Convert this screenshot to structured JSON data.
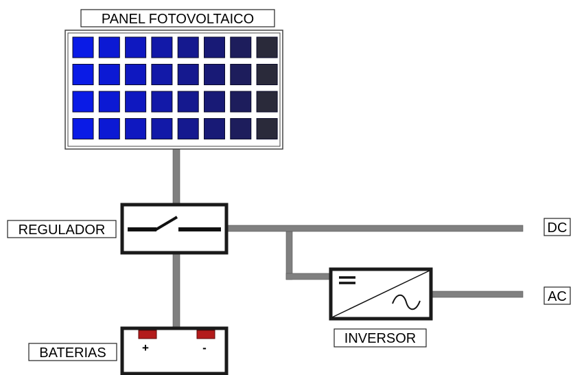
{
  "labels": {
    "panel": "PANEL FOTOVOLTAICO",
    "regulator": "REGULADOR",
    "batteries": "BATERIAS",
    "inverter": "INVERSOR",
    "dc": "DC",
    "ac": "AC"
  },
  "battery": {
    "plus": "+",
    "minus": "-"
  },
  "colors": {
    "wire": "#808080",
    "outline": "#1a1a1a",
    "terminal": "#b31b1b",
    "cell_columns": [
      "#0a1be6",
      "#0c19d4",
      "#0f18c0",
      "#1219a8",
      "#15198f",
      "#181a76",
      "#1d1d5c",
      "#2a2a3a"
    ]
  },
  "panel_grid": {
    "rows": 4,
    "cols": 8
  }
}
